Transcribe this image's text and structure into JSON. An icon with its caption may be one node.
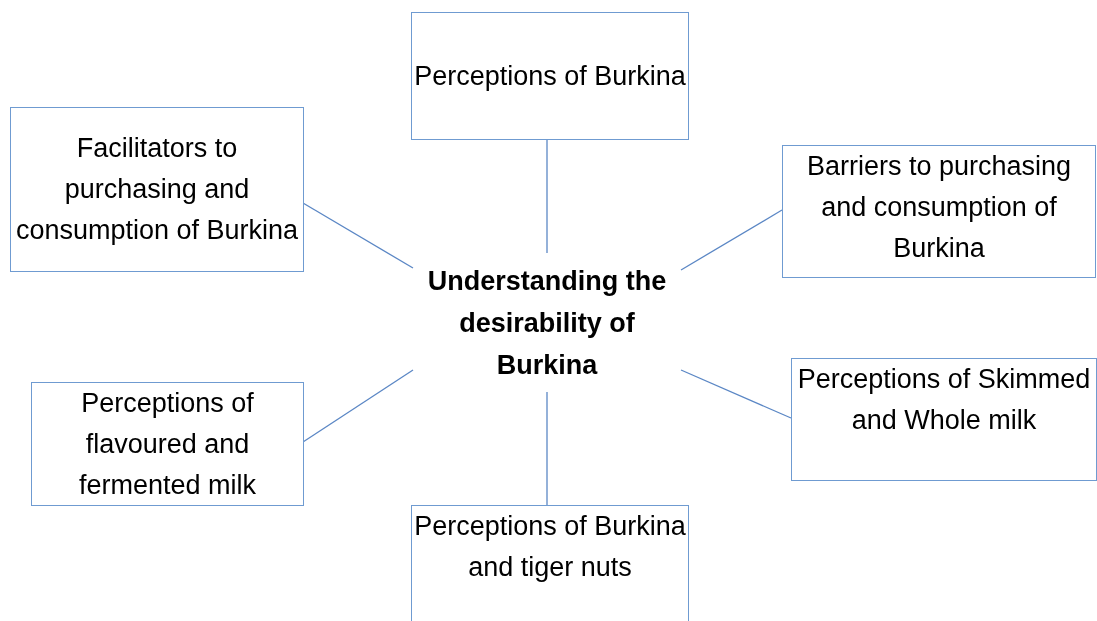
{
  "diagram": {
    "nodes": [
      {
        "text": [
          "Perceptions of Burkina"
        ]
      },
      {
        "text": [
          "Facilitators to purchasing and consumption of Burkina"
        ]
      },
      {
        "text": [
          "Barriers to purchasing and consumption of Burkina"
        ]
      },
      {
        "text": [
          "Understanding the desirability of Burkina"
        ]
      },
      {
        "text": [
          "Perceptions of flavoured and fermented milk"
        ]
      },
      {
        "text": [
          "Perceptions of Skimmed and Whole milk"
        ]
      },
      {
        "text": [
          "Perceptions of Burkina and tiger nuts"
        ]
      }
    ],
    "edges": [
      {
        "from": 3,
        "to": 0,
        "arrow": "none"
      },
      {
        "from": 3,
        "to": 1,
        "arrow": "none"
      },
      {
        "from": 3,
        "to": 2,
        "arrow": "none"
      },
      {
        "from": 3,
        "to": 4,
        "arrow": "none"
      },
      {
        "from": 3,
        "to": 5,
        "arrow": "none"
      },
      {
        "from": 3,
        "to": 6,
        "arrow": "none"
      }
    ]
  }
}
